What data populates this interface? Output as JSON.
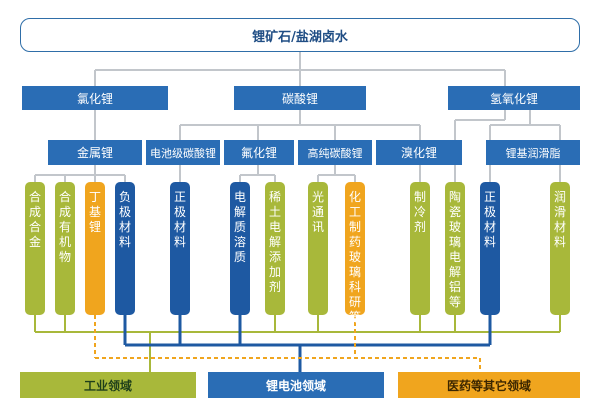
{
  "top": "锂矿石/盐湖卤水",
  "level1": [
    "氯化锂",
    "碳酸锂",
    "氢氧化锂"
  ],
  "level2": [
    "金属锂",
    "电池级碳酸锂",
    "氟化锂",
    "高纯碳酸锂",
    "溴化锂",
    "锂基润滑脂"
  ],
  "products": [
    "合成合金",
    "合成有机物",
    "丁基锂",
    "负极材料",
    "正极材料",
    "电解质溶质",
    "稀土电解添加剂",
    "光通讯",
    "化工制药玻璃科研等",
    "制冷剂",
    "陶瓷玻璃电解铝等",
    "正极材料",
    "润滑材料"
  ],
  "bottom": [
    "工业领域",
    "锂电池领域",
    "医药等其它领域"
  ],
  "colors": {
    "blue": "#2a6db5",
    "navy": "#1e59a2",
    "olive": "#a8b83a",
    "orange": "#f0a51e",
    "line_gray": "#bfc3c8"
  }
}
